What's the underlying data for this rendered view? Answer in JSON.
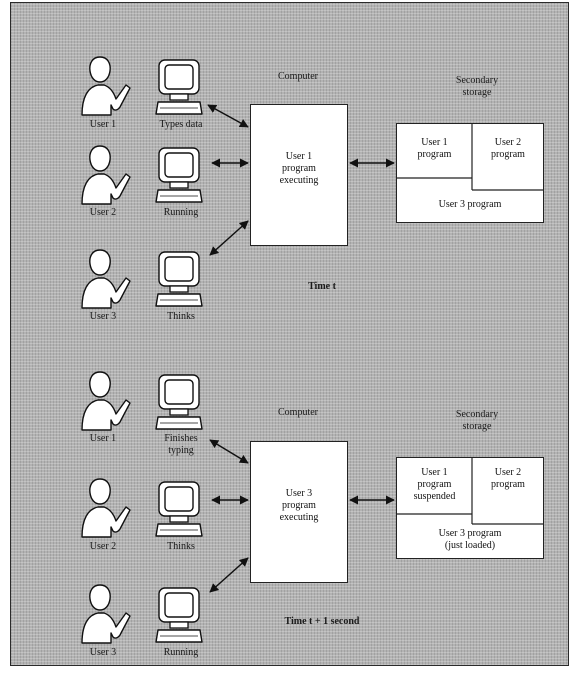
{
  "sections": [
    {
      "computer_label": "Computer",
      "storage_label_line1": "Secondary",
      "storage_label_line2": "storage",
      "computer_box": [
        "User 1",
        "program",
        "executing"
      ],
      "storage_cells": {
        "top_left": [
          "User 1",
          "program"
        ],
        "top_right": [
          "User 2",
          "program"
        ],
        "bottom": [
          "User 3 program"
        ]
      },
      "time_label": "Time t",
      "users": [
        {
          "name": "User 1",
          "status": [
            "Types data"
          ]
        },
        {
          "name": "User 2",
          "status": [
            "Running"
          ]
        },
        {
          "name": "User 3",
          "status": [
            "Thinks"
          ]
        }
      ]
    },
    {
      "computer_label": "Computer",
      "storage_label_line1": "Secondary",
      "storage_label_line2": "storage",
      "computer_box": [
        "User 3",
        "program",
        "executing"
      ],
      "storage_cells": {
        "top_left": [
          "User 1",
          "program",
          "suspended"
        ],
        "top_right": [
          "User 2",
          "program"
        ],
        "bottom": [
          "User 3 program",
          "(just loaded)"
        ]
      },
      "time_label": "Time t + 1 second",
      "users": [
        {
          "name": "User 1",
          "status": [
            "Finishes",
            "typing"
          ]
        },
        {
          "name": "User 2",
          "status": [
            "Thinks"
          ]
        },
        {
          "name": "User 3",
          "status": [
            "Running"
          ]
        }
      ]
    }
  ]
}
